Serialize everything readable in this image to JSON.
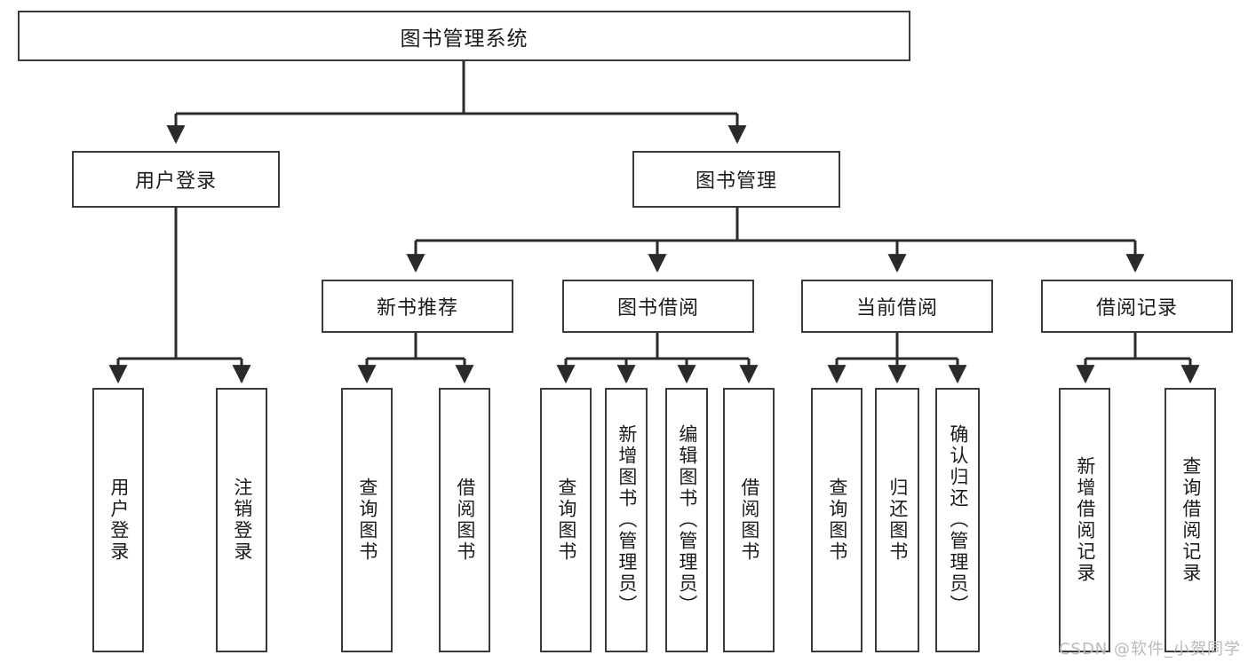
{
  "diagram": {
    "title": "图书管理系统",
    "type": "tree-hierarchy-diagram",
    "colors": {
      "box_border": "#3a3a3a",
      "box_fill": "#ffffff",
      "connector": "#2b2b2b",
      "text": "#1b1b1b",
      "watermark": "#b9b9b9",
      "background": "#ffffff"
    },
    "root": {
      "label": "图书管理系统"
    },
    "level2": [
      {
        "id": "user-login",
        "label": "用户登录"
      },
      {
        "id": "book-management",
        "label": "图书管理"
      }
    ],
    "level3": [
      {
        "id": "new-book-recommend",
        "label": "新书推荐"
      },
      {
        "id": "book-borrow",
        "label": "图书借阅"
      },
      {
        "id": "current-borrow",
        "label": "当前借阅"
      },
      {
        "id": "borrow-record",
        "label": "借阅记录"
      }
    ],
    "leaves": {
      "user_login": [
        {
          "id": "user-login-leaf",
          "label": "用户登录"
        },
        {
          "id": "logout-leaf",
          "label": "注销登录"
        }
      ],
      "new_book_recommend": [
        {
          "id": "query-book-rec",
          "label": "查询图书"
        },
        {
          "id": "borrow-book-rec",
          "label": "借阅图书"
        }
      ],
      "book_borrow": [
        {
          "id": "query-book-borrow",
          "label": "查询图书"
        },
        {
          "id": "add-book-admin",
          "label": "新增图书（管理员）"
        },
        {
          "id": "edit-book-admin",
          "label": "编辑图书（管理员）"
        },
        {
          "id": "borrow-book",
          "label": "借阅图书"
        }
      ],
      "current_borrow": [
        {
          "id": "query-book-current",
          "label": "查询图书"
        },
        {
          "id": "return-book",
          "label": "归还图书"
        },
        {
          "id": "confirm-return-admin",
          "label": "确认归还（管理员）"
        }
      ],
      "borrow_record": [
        {
          "id": "add-borrow-record",
          "label": "新增借阅记录"
        },
        {
          "id": "query-borrow-record",
          "label": "查询借阅记录"
        }
      ]
    }
  },
  "watermark": {
    "text": "CSDN @软件_小贺同学"
  }
}
